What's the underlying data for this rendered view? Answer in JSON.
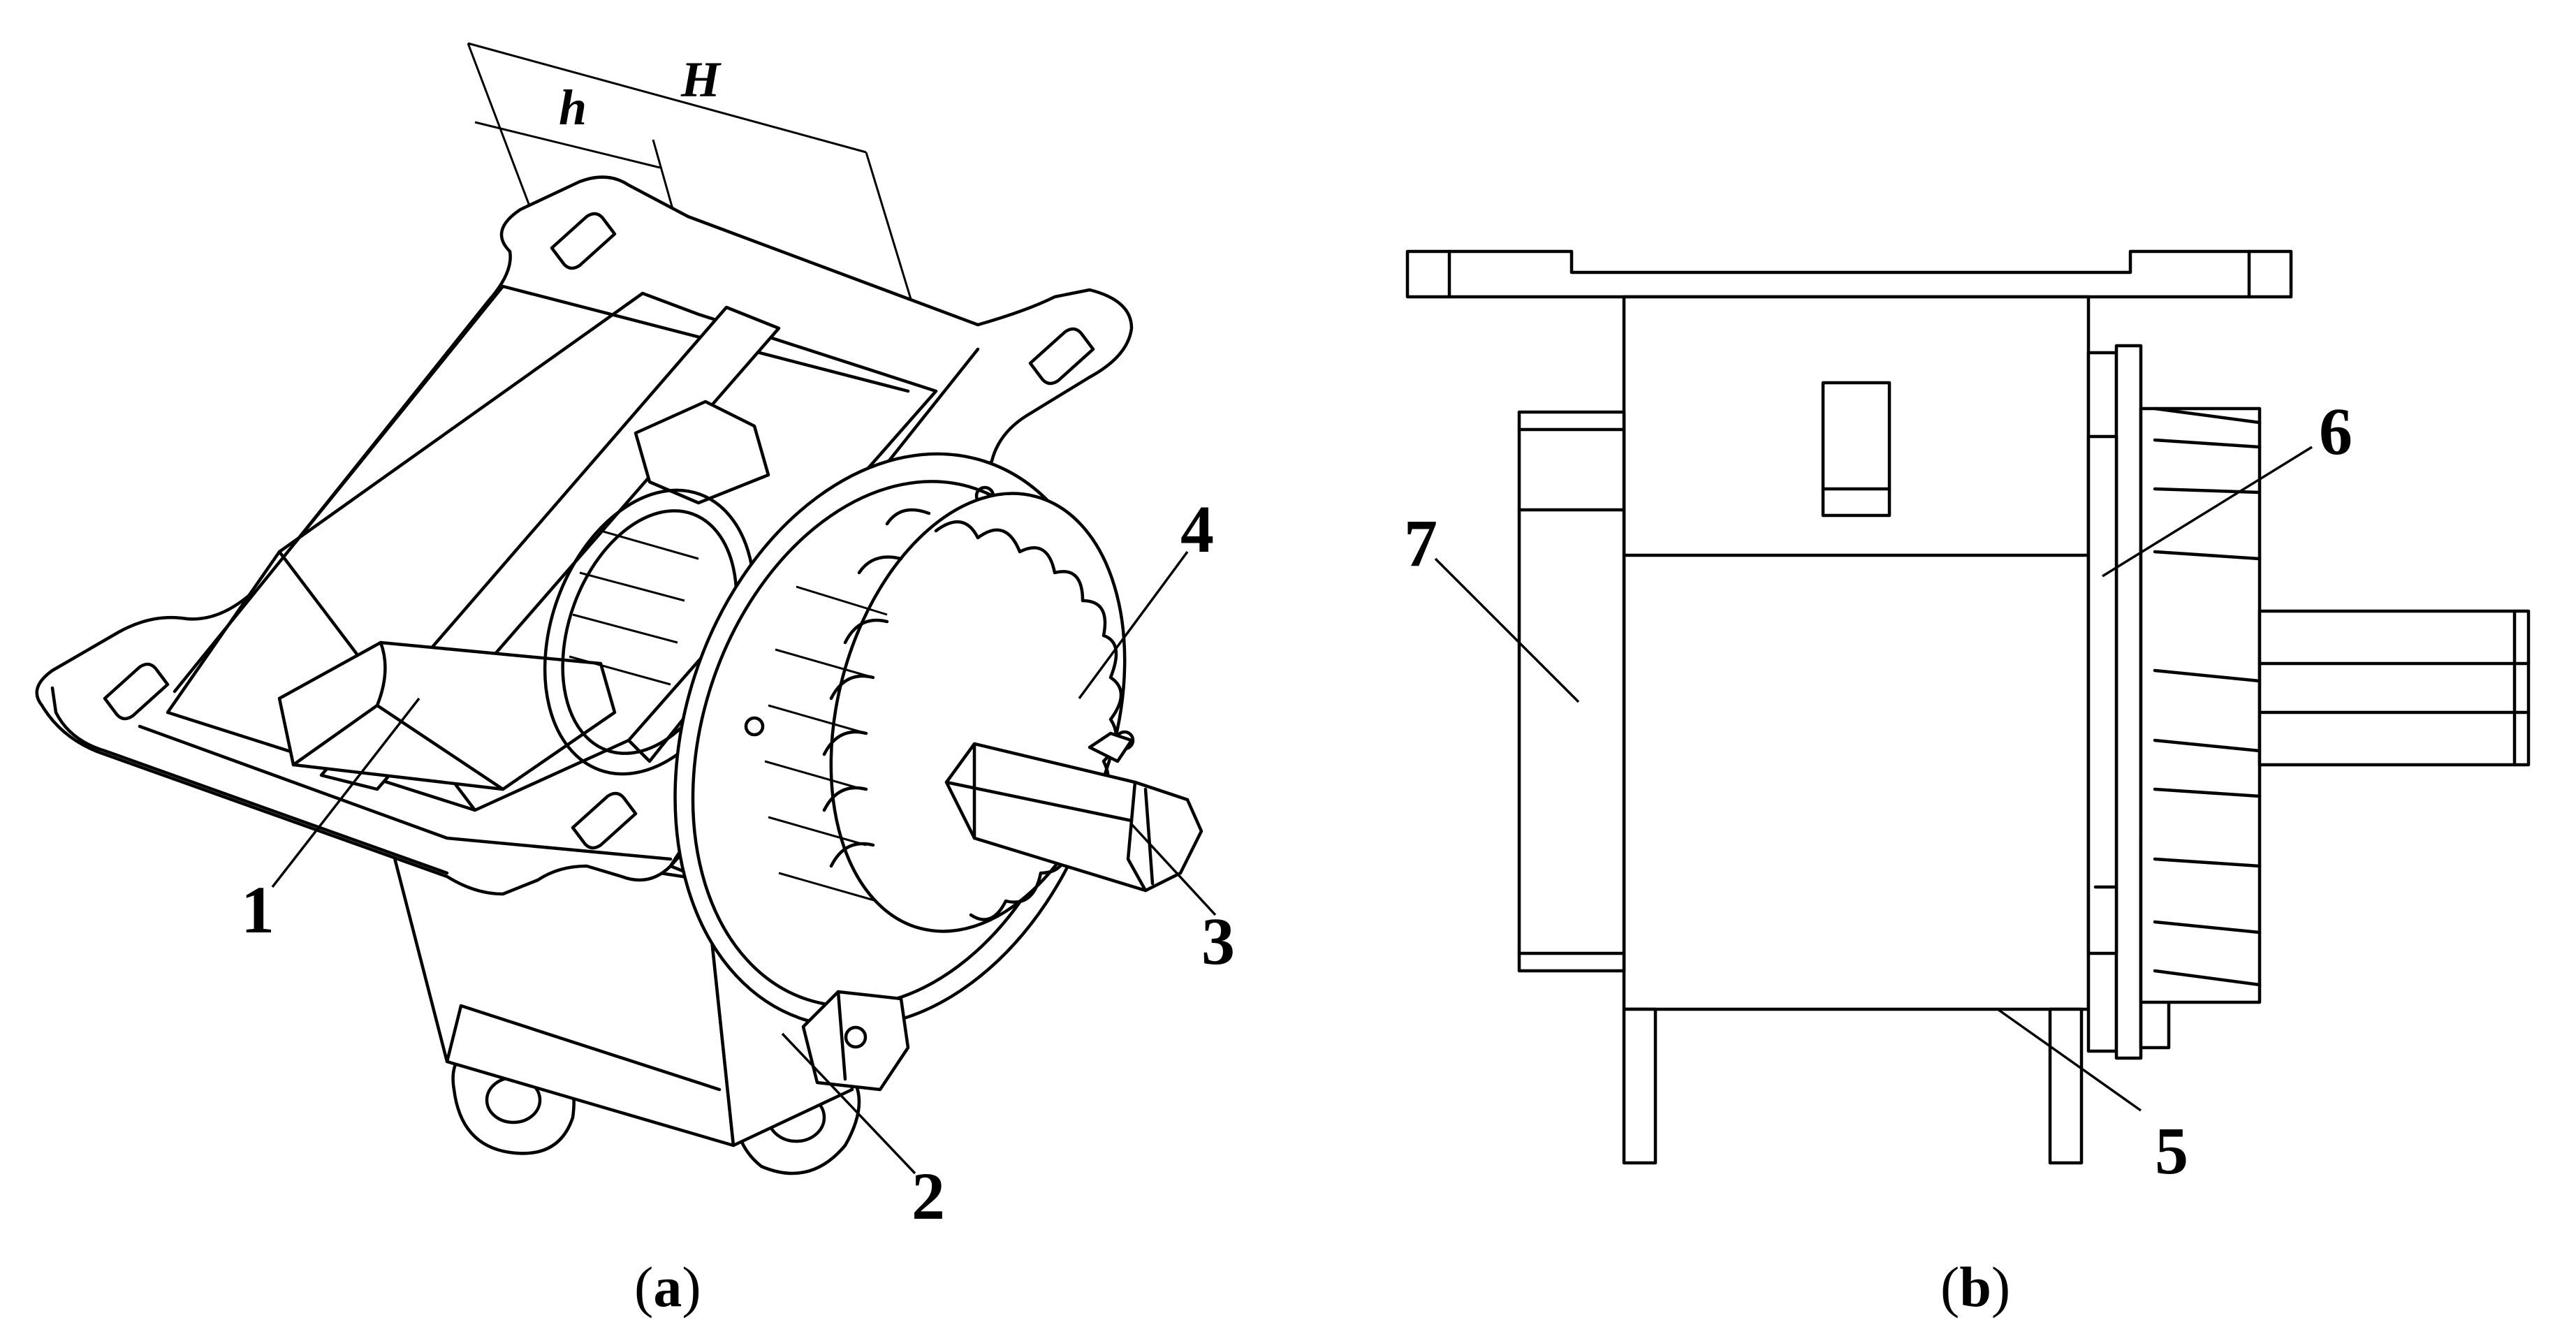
{
  "panel_a": {
    "caption_open": "(",
    "caption_letter": "a",
    "caption_close": ")",
    "dimension_h": "h",
    "dimension_H": "H",
    "callouts": {
      "c1": "1",
      "c2": "2",
      "c3": "3",
      "c4": "4"
    }
  },
  "panel_b": {
    "caption_open": "(",
    "caption_letter": "b",
    "caption_close": ")",
    "callouts": {
      "c5": "5",
      "c6": "6",
      "c7": "7"
    }
  }
}
